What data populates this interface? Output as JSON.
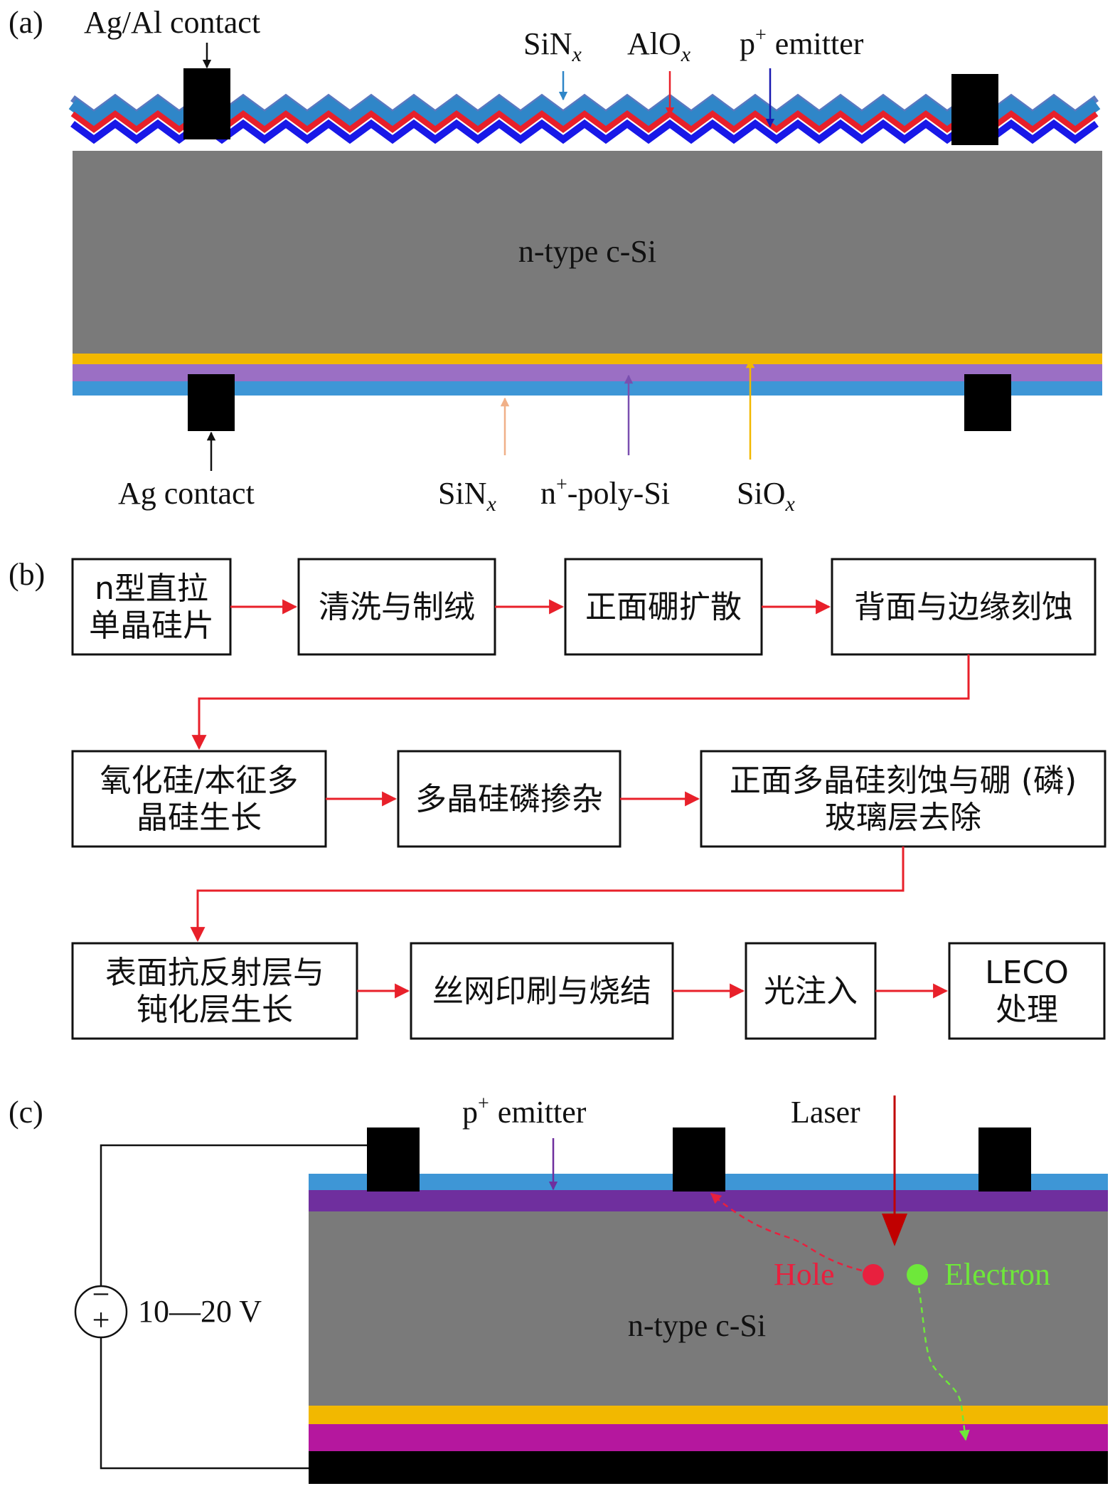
{
  "panel_a": {
    "panel_label": "(a)",
    "top_contact_label": "Ag/Al contact",
    "sinx_top_label_main": "SiN",
    "alox_label_main": "AlO",
    "sub_x": "x",
    "p_emitter_label_main": "p",
    "plus": "+",
    "emitter_word": "emitter",
    "substrate_label": "n-type c-Si",
    "bottom_contact_label": "Ag contact",
    "sinx_bottom_label_main": "SiN",
    "n_poly_label_main": "n",
    "n_poly_rest": "-poly-Si",
    "siox_label_main": "SiO",
    "colors": {
      "substrate": "#7a7a7a",
      "sinx": "#2f86c8",
      "sinx_light": "#5a78c0",
      "alox": "#e8202a",
      "emitter": "#1818e8",
      "siox": "#f2b800",
      "poly": "#9b6fc4",
      "sinx_back": "#3e96d6",
      "contact": "#000000"
    }
  },
  "panel_b": {
    "panel_label": "(b)",
    "steps": [
      [
        "n型直拉",
        "单晶硅片"
      ],
      [
        "清洗与制绒"
      ],
      [
        "正面硼扩散"
      ],
      [
        "背面与边缘刻蚀"
      ],
      [
        "氧化硅/本征多",
        "晶硅生长"
      ],
      [
        "多晶硅磷掺杂"
      ],
      [
        "正面多晶硅刻蚀与硼 (磷)",
        "玻璃层去除"
      ],
      [
        "表面抗反射层与",
        "钝化层生长"
      ],
      [
        "丝网印刷与烧结"
      ],
      [
        "光注入"
      ],
      [
        "LECO",
        "处理"
      ]
    ],
    "arrow_color": "#e8202a"
  },
  "panel_c": {
    "panel_label": "(c)",
    "emitter_label_main": "p",
    "plus": "+",
    "emitter_word": "emitter",
    "laser_label": "Laser",
    "hole_label": "Hole",
    "electron_label": "Electron",
    "substrate_label": "n-type c-Si",
    "voltage_label": "10—20 V",
    "source_minus": "−",
    "source_plus": "+",
    "colors": {
      "top_blue": "#3e96d6",
      "emitter_purple": "#6f2f9e",
      "substrate": "#7a7a7a",
      "siox": "#f2b800",
      "poly": "#b5179e",
      "back": "#000000",
      "laser": "#c00000",
      "hole": "#e8203e",
      "electron": "#6ee83a"
    }
  }
}
